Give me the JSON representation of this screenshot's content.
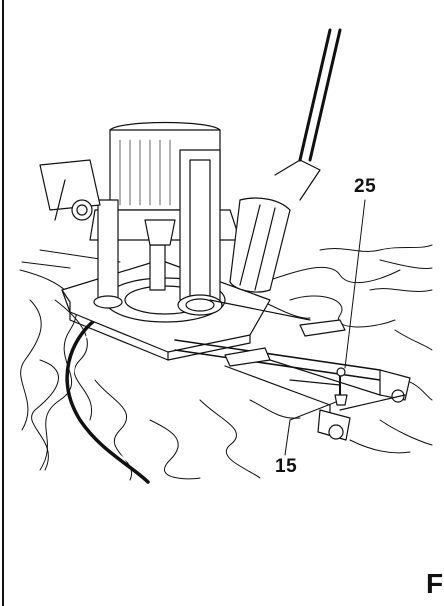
{
  "figure": {
    "letter": "F",
    "callouts": [
      {
        "id": "25",
        "label": "25"
      },
      {
        "id": "15",
        "label": "15"
      }
    ]
  },
  "colors": {
    "ink": "#111111",
    "paper": "#ffffff",
    "shade": "#444444"
  }
}
